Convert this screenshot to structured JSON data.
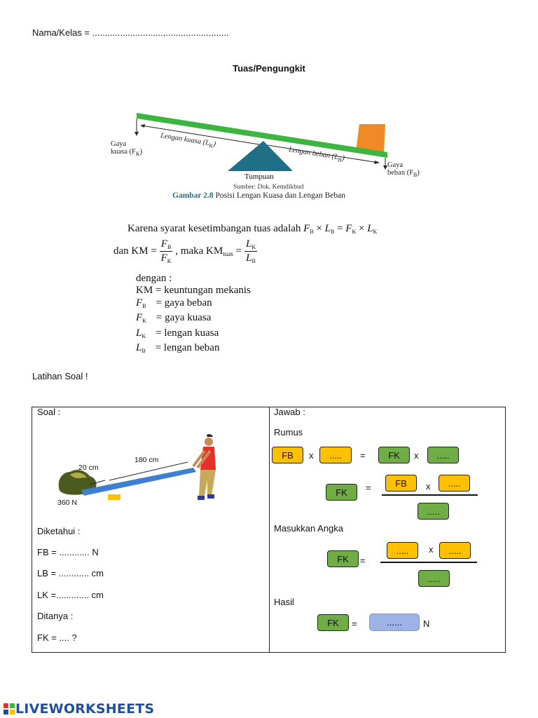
{
  "header": {
    "name_field": "Nama/Kelas = ......................................................",
    "title": "Tuas/Pengungkit"
  },
  "figure": {
    "label_gaya_kuasa_1": "Gaya",
    "label_gaya_kuasa_2": "kuasa (F",
    "label_gaya_kuasa_sub": "K",
    "label_lengan_kuasa": "Lengan kuasa (L",
    "label_lengan_kuasa_sub": "K",
    "label_lengan_beban": "Lengan beban (L",
    "label_lengan_beban_sub": "B",
    "label_gaya_beban_1": "Gaya",
    "label_gaya_beban_2": "beban (F",
    "label_gaya_beban_sub": "B",
    "label_tumpuan": "Tumpuan",
    "source": "Sumber: Dok. Kemdikbud",
    "caption_bold": "Gambar 2.8",
    "caption_text": " Posisi Lengan Kuasa dan Lengan Beban",
    "colors": {
      "beam": "#3db540",
      "fulcrum": "#1f6f86",
      "load": "#f08a24"
    }
  },
  "formulas": {
    "line1_text": "Karena syarat kesetimbangan tuas adalah ",
    "line2_dan": "dan KM ",
    "line2_maka": ", maka KM",
    "line2_tuas": "tuas",
    "dengan": "dengan :",
    "defs": [
      {
        "sym": "KM",
        "sub": "",
        "desc": " = keuntungan mekanis"
      },
      {
        "sym": "F",
        "sub": "B",
        "desc": "= gaya beban"
      },
      {
        "sym": "F",
        "sub": "K",
        "desc": "= gaya kuasa"
      },
      {
        "sym": "L",
        "sub": "K",
        "desc": "= lengan kuasa"
      },
      {
        "sym": "L",
        "sub": "B",
        "desc": "= lengan beban"
      }
    ]
  },
  "latihan": "Latihan Soal !",
  "soal": {
    "heading": "Soal :",
    "img_label_20cm": "20 cm",
    "img_label_180cm": "180 cm",
    "img_label_360n": "360 N",
    "diketahui": "Diketahui :",
    "fb_line": "FB = ............ N",
    "lb_line": "LB = ............ cm",
    "lk_line": "LK =............. cm",
    "ditanya": "Ditanya :",
    "fk_line": "FK = .... ?"
  },
  "jawab": {
    "heading": "Jawab :",
    "rumus": "Rumus",
    "masukkan": "Masukkan Angka",
    "hasil": "Hasil",
    "fb": "FB",
    "fk": "FK",
    "blank": ".....",
    "blank_result": "......",
    "times": "x",
    "equals": "=",
    "unit_n": "N"
  },
  "footer": {
    "brand": "LIVEWORKSHEETS"
  }
}
